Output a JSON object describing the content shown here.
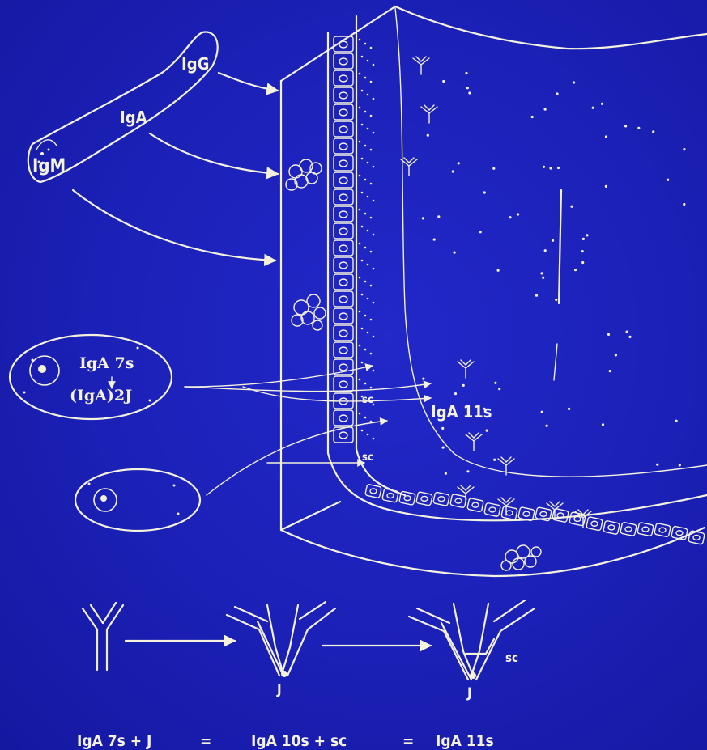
{
  "colors": {
    "background": "#1b20b6",
    "ink": "#f4f1dc"
  },
  "labels": {
    "vessel_igg": "IgG",
    "vessel_iga": "IgA",
    "vessel_igm": "IgM",
    "plasma_cell_top": "IgA 7s",
    "plasma_cell_bottom": "(IgA)2J",
    "secretory_iga": "IgA 11s",
    "sc_upper": "sc",
    "sc_lower": "sc",
    "j_chain_left": "J",
    "j_chain_right": "J",
    "sc_diagram": "sc"
  },
  "equation": {
    "term1": "IgA 7s + J",
    "eq1": "=",
    "term2": "IgA 10s + sc",
    "eq2": "=",
    "term3": "IgA 11s"
  }
}
